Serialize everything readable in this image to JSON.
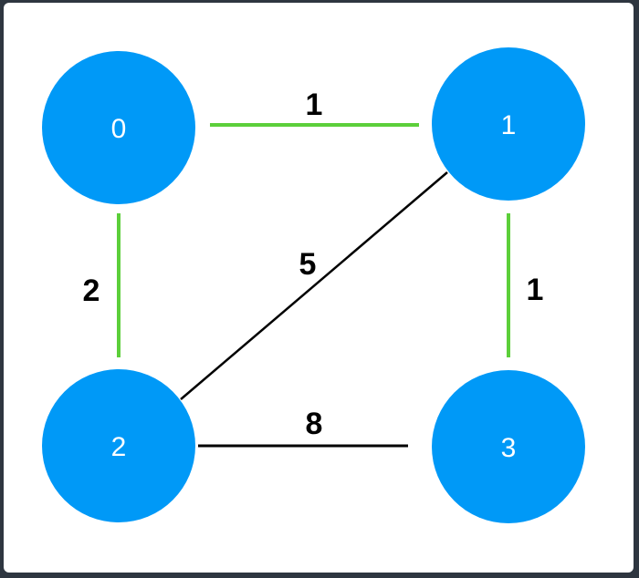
{
  "graph": {
    "node_color": "#0099f7",
    "mst_edge_color": "#5ccf3a",
    "edge_color": "#000000",
    "nodes": [
      {
        "id": "0",
        "label": "0"
      },
      {
        "id": "1",
        "label": "1"
      },
      {
        "id": "2",
        "label": "2"
      },
      {
        "id": "3",
        "label": "3"
      }
    ],
    "edges": [
      {
        "from": "0",
        "to": "1",
        "weight": "1",
        "highlighted": true
      },
      {
        "from": "0",
        "to": "2",
        "weight": "2",
        "highlighted": true
      },
      {
        "from": "1",
        "to": "3",
        "weight": "1",
        "highlighted": true
      },
      {
        "from": "1",
        "to": "2",
        "weight": "5",
        "highlighted": false
      },
      {
        "from": "2",
        "to": "3",
        "weight": "8",
        "highlighted": false
      }
    ]
  }
}
